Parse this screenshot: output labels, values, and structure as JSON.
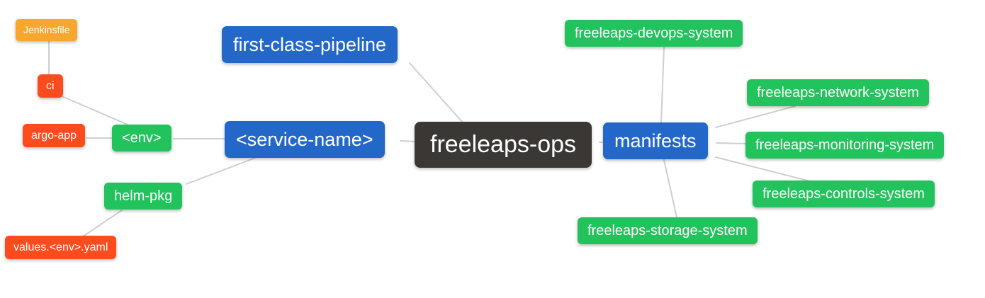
{
  "diagram": {
    "type": "mindmap",
    "background": "#ffffff",
    "connector_color": "#cfcfcf",
    "palette": {
      "root_node": "#3a3734",
      "branch_node_blue": "#2368c9",
      "leaf_node_green": "#22c25c",
      "leaf_node_red": "#fc4b1d",
      "leaf_node_orange": "#f8a72e",
      "node_text": "#ffffff"
    },
    "nodes": {
      "root": {
        "label": "freeleaps-ops"
      },
      "first_class_pipeline": {
        "label": "first-class-pipeline"
      },
      "service_name": {
        "label": "<service-name>"
      },
      "manifests": {
        "label": "manifests"
      },
      "env": {
        "label": "<env>"
      },
      "helm_pkg": {
        "label": "helm-pkg"
      },
      "ci": {
        "label": "ci"
      },
      "argo_app": {
        "label": "argo-app"
      },
      "jenkinsfile": {
        "label": "Jenkinsfile"
      },
      "values_yaml": {
        "label": "values.<env>.yaml"
      },
      "devops_system": {
        "label": "freeleaps-devops-system"
      },
      "network_system": {
        "label": "freeleaps-network-system"
      },
      "monitoring_system": {
        "label": "freeleaps-monitoring-system"
      },
      "controls_system": {
        "label": "freeleaps-controls-system"
      },
      "storage_system": {
        "label": "freeleaps-storage-system"
      }
    },
    "edges": [
      {
        "from": "jenkinsfile",
        "to": "ci"
      },
      {
        "from": "ci",
        "to": "env"
      },
      {
        "from": "argo_app",
        "to": "env"
      },
      {
        "from": "env",
        "to": "service_name"
      },
      {
        "from": "helm_pkg",
        "to": "service_name"
      },
      {
        "from": "values_yaml",
        "to": "helm_pkg"
      },
      {
        "from": "service_name",
        "to": "root"
      },
      {
        "from": "first_class_pipeline",
        "to": "root"
      },
      {
        "from": "manifests",
        "to": "root"
      },
      {
        "from": "devops_system",
        "to": "manifests"
      },
      {
        "from": "network_system",
        "to": "manifests"
      },
      {
        "from": "monitoring_system",
        "to": "manifests"
      },
      {
        "from": "controls_system",
        "to": "manifests"
      },
      {
        "from": "storage_system",
        "to": "manifests"
      }
    ]
  }
}
